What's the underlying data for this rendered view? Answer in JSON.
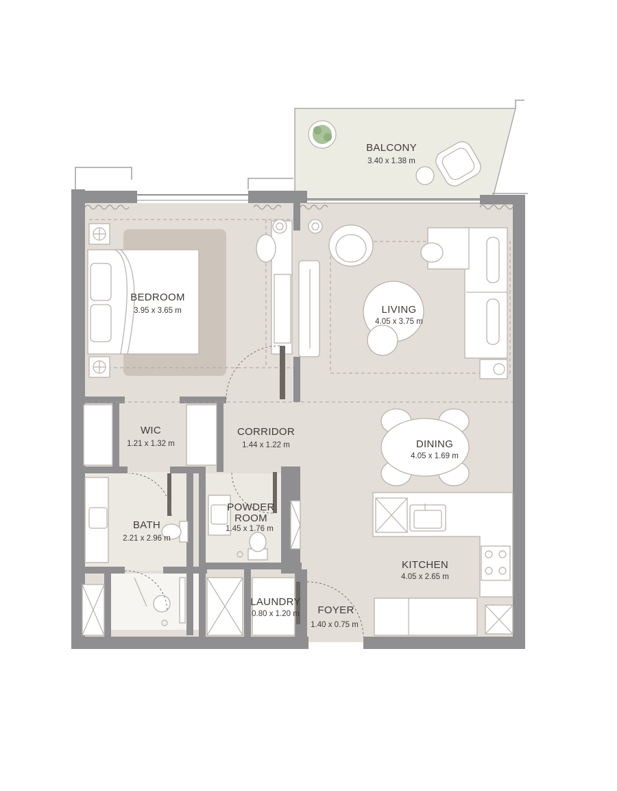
{
  "colors": {
    "floor": "#e3ded7",
    "floor_light": "#ece8e2",
    "balcony": "#edece3",
    "wall": "#8f8f91",
    "rug": "#cdc5bc",
    "text": "#3f3a36"
  },
  "rooms": {
    "balcony": {
      "name": "BALCONY",
      "size": "3.40 x 1.38 m"
    },
    "bedroom": {
      "name": "BEDROOM",
      "size": "3.95 x 3.65 m"
    },
    "living": {
      "name": "LIVING",
      "size": "4.05 x 3.75 m"
    },
    "wic": {
      "name": "WIC",
      "size": "1.21 x 1.32 m"
    },
    "corridor": {
      "name": "CORRIDOR",
      "size": "1.44 x 1.22 m"
    },
    "dining": {
      "name": "DINING",
      "size": "4.05 x 1.69 m"
    },
    "powder_room": {
      "name_line1": "POWDER",
      "name_line2": "ROOM",
      "size": "1.45 x 1.76 m"
    },
    "bath": {
      "name": "BATH",
      "size": "2.21 x 2.96 m"
    },
    "kitchen": {
      "name": "KITCHEN",
      "size": "4.05 x 2.65 m"
    },
    "laundry": {
      "name": "LAUNDRY",
      "size": "0.80 x 1.20 m"
    },
    "foyer": {
      "name": "FOYER",
      "size": "1.40 x 0.75 m"
    }
  },
  "icons": [
    "plant-icon",
    "bed-icon",
    "sofa-icon",
    "armchair-icon",
    "dining-table-icon",
    "toilet-icon",
    "sink-icon",
    "stove-icon",
    "shower-icon"
  ]
}
